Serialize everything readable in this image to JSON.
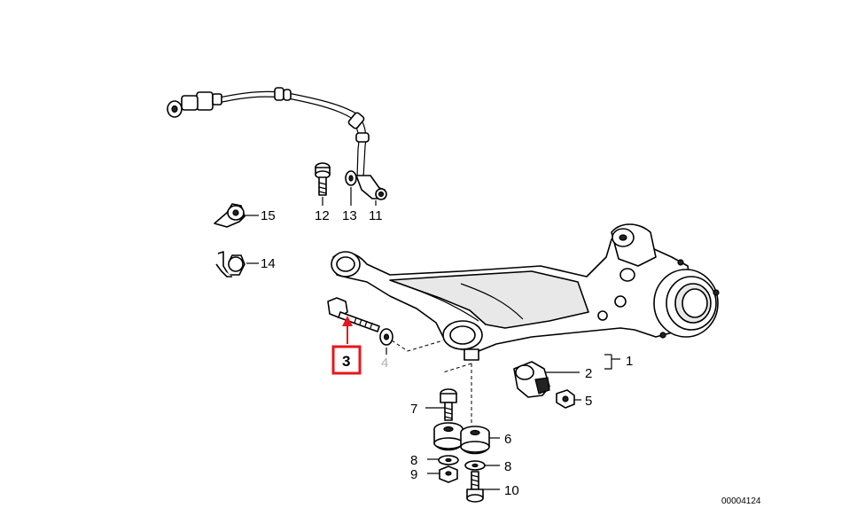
{
  "diagram": {
    "labels": {
      "l1": "1",
      "l2": "2",
      "l3": "3",
      "l4": "4",
      "l5": "5",
      "l6": "6",
      "l7": "7",
      "l8a": "8",
      "l8b": "8",
      "l9": "9",
      "l10": "10",
      "l11": "11",
      "l12": "12",
      "l13": "13",
      "l14": "14",
      "l15": "15"
    },
    "drawing_code": "00004124",
    "highlight_color": "#e8161b"
  }
}
